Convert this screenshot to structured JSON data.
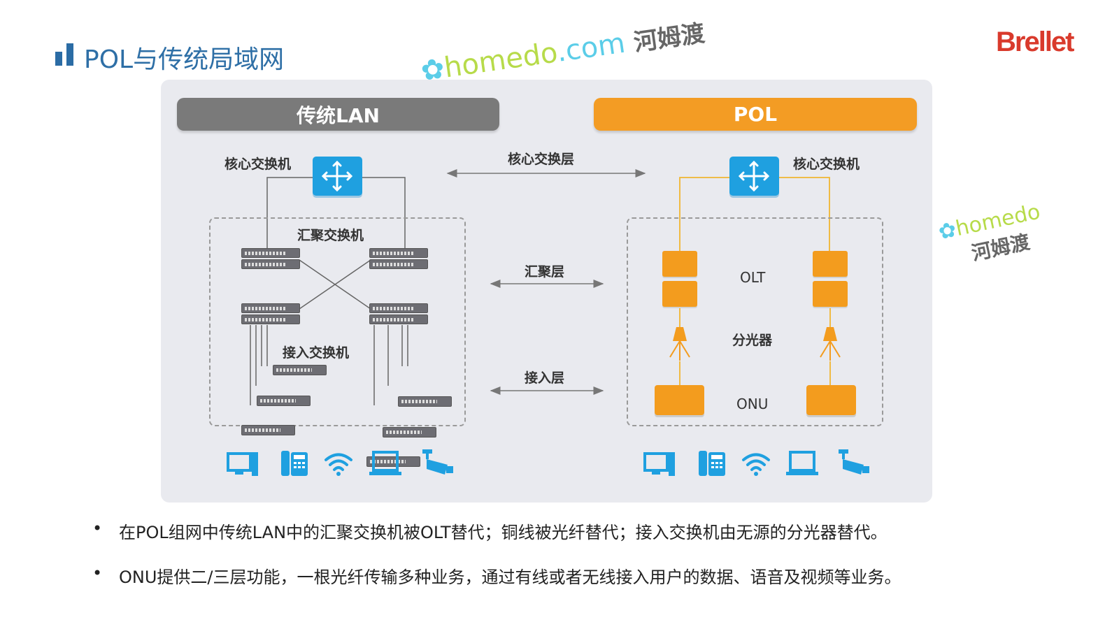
{
  "title": "POL与传统局域网",
  "logo": "Brellet",
  "watermark": {
    "brand": "homedo",
    ".com": ".com",
    "cn": "河姆渡"
  },
  "colors": {
    "accent_orange": "#f39c24",
    "lan_gray": "#7a7a7a",
    "core_blue": "#1fa0e0",
    "title_blue": "#2e6fa6",
    "logo_red": "#d93a2c"
  },
  "diagram": {
    "lan_header": "传统LAN",
    "pol_header": "POL",
    "lan": {
      "core_label": "核心交换机",
      "agg_label": "汇聚交换机",
      "access_label": "接入交换机"
    },
    "pol": {
      "core_label": "核心交换机",
      "olt_label": "OLT",
      "splitter_label": "分光器",
      "onu_label": "ONU"
    },
    "layers": {
      "core": "核心交换层",
      "aggregation": "汇聚层",
      "access": "接入层"
    },
    "terminals": [
      "pc-icon",
      "phone-icon",
      "wifi-icon",
      "laptop-icon",
      "camera-icon"
    ]
  },
  "bullets": [
    "在POL组网中传统LAN中的汇聚交换机被OLT替代；铜线被光纤替代；接入交换机由无源的分光器替代。",
    "ONU提供二/三层功能，一根光纤传输多种业务，通过有线或者无线接入用户的数据、语音及视频等业务。"
  ]
}
